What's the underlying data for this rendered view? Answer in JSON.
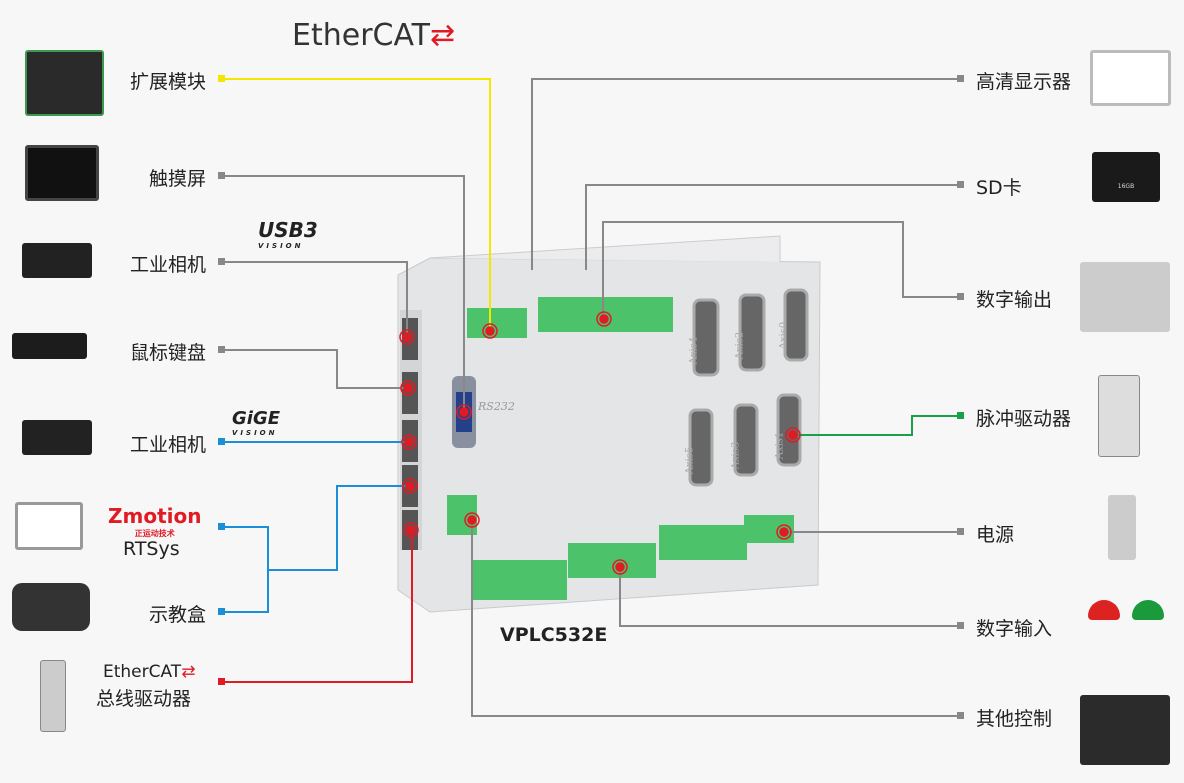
{
  "logos": {
    "ethercat_top": "EtherCAT",
    "usb3": "USB3",
    "usb3_sub": "VISION",
    "gige": "GiGE",
    "gige_sub": "VISION",
    "zmotion": "Zmotion",
    "zmotion_sub": "正运动技术",
    "ethercat_bottom": "EtherCAT"
  },
  "left": [
    {
      "label": "扩展模块",
      "color": "#f5e600"
    },
    {
      "label": "触摸屏",
      "color": "#888888"
    },
    {
      "label": "工业相机",
      "color": "#888888"
    },
    {
      "label": "鼠标键盘",
      "color": "#888888"
    },
    {
      "label": "工业相机",
      "color": "#1a8fd6"
    },
    {
      "label": "RTSys",
      "color": "#1a8fd6"
    },
    {
      "label": "示教盒",
      "color": "#1a8fd6"
    },
    {
      "label": "总线驱动器",
      "color": "#e01b24"
    }
  ],
  "right": [
    {
      "label": "高清显示器",
      "color": "#888888"
    },
    {
      "label": "SD卡",
      "color": "#888888"
    },
    {
      "label": "数字输出",
      "color": "#888888"
    },
    {
      "label": "脉冲驱动器",
      "color": "#1aa04a"
    },
    {
      "label": "电源",
      "color": "#888888"
    },
    {
      "label": "数字输入",
      "color": "#888888"
    },
    {
      "label": "其他控制",
      "color": "#888888"
    }
  ],
  "device": {
    "model": "VPLC532E",
    "rs232": "RS232",
    "axes": [
      "Axis4",
      "Axis2",
      "Axis0",
      "Axis5",
      "Axis3",
      "Axis1"
    ],
    "sd_card_text": "16GB"
  }
}
